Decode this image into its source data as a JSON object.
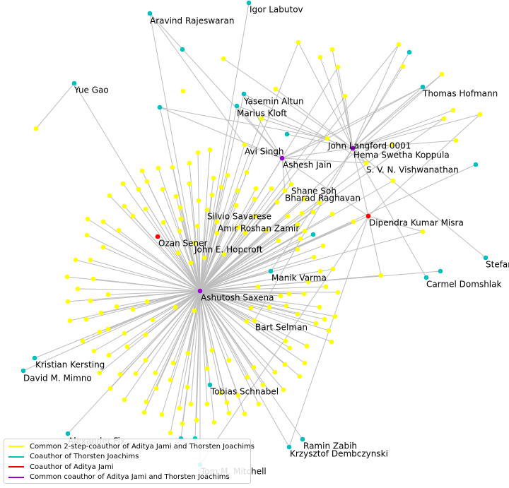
{
  "colors": {
    "common_2step": "#ffff00",
    "coauthor_thorsten": "#00bfbf",
    "coauthor_aditya": "#ff0000",
    "common_coauthor": "#9400d3",
    "edge": "#bdbdbd"
  },
  "legend": {
    "items": [
      {
        "label": "Common 2-step-coauthor of Aditya Jami and Thorsten Joachims",
        "color": "#ffff00"
      },
      {
        "label": "Coauthor of Thorsten Joachims",
        "color": "#00bfbf"
      },
      {
        "label": "Coauthor of Aditya Jami",
        "color": "#ff0000"
      },
      {
        "label": "Common coauthor of Aditya Jami and Thorsten Joachims",
        "color": "#9400d3"
      }
    ]
  },
  "nodes": [
    {
      "name": "Igor Labutov"
    },
    {
      "name": "Aravind Rajeswaran"
    },
    {
      "name": "Yue Gao"
    },
    {
      "name": "Yasemin Altun"
    },
    {
      "name": "Marius Kloft"
    },
    {
      "name": "Thomas Hofmann"
    },
    {
      "name": "John Langford 0001"
    },
    {
      "name": "Hema Swetha Koppula"
    },
    {
      "name": "Avi Singh"
    },
    {
      "name": "Ashesh Jain"
    },
    {
      "name": "S. V. N. Vishwanathan"
    },
    {
      "name": "Shane Soh"
    },
    {
      "name": "Bharad Raghavan"
    },
    {
      "name": "Silvio Savarese"
    },
    {
      "name": "Dipendra Kumar Misra"
    },
    {
      "name": "Amir Roshan Zamir"
    },
    {
      "name": "Ozan Sener"
    },
    {
      "name": "John E. Hopcroft"
    },
    {
      "name": "Stefan"
    },
    {
      "name": "Manik Varma"
    },
    {
      "name": "Carmel Domshlak"
    },
    {
      "name": "Ashutosh Saxena"
    },
    {
      "name": "Bart Selman"
    },
    {
      "name": "Kristian Kersting"
    },
    {
      "name": "David M. Mimno"
    },
    {
      "name": "Tobias Schnabel"
    },
    {
      "name": "Alexander Fix"
    },
    {
      "name": "Ramin Zabih"
    },
    {
      "name": "Krzysztof Dembczynski"
    },
    {
      "name": "Tom M. Mitchell"
    }
  ]
}
